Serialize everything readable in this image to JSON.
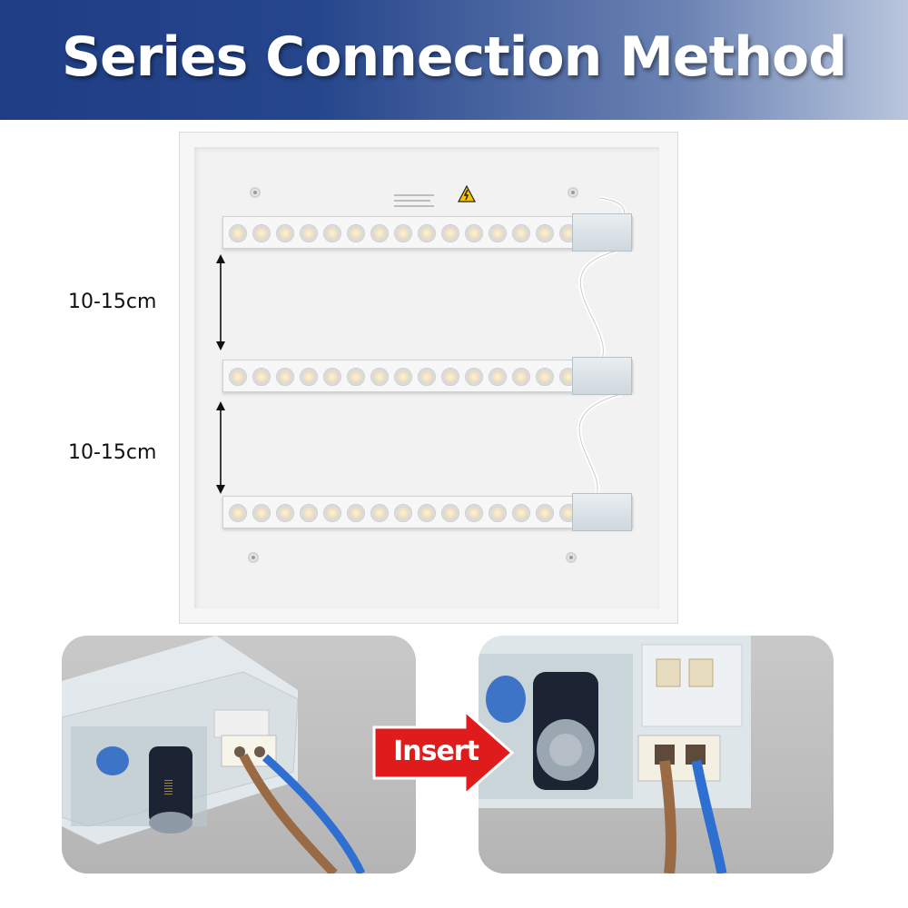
{
  "header": {
    "title": "Series Connection Method"
  },
  "spacing": {
    "gap_top": "10-15cm",
    "gap_bottom": "10-15cm"
  },
  "action": {
    "label": "Insert"
  },
  "colors": {
    "banner_left": "#1f3d85",
    "banner_right": "#b9c6dd",
    "arrow": "#e01b1b",
    "wire_brown": "#9a6a44",
    "wire_blue": "#2f6fd1"
  },
  "icons": [
    "warning-triangle-icon",
    "double-arrow-icon",
    "insert-arrow-icon"
  ]
}
